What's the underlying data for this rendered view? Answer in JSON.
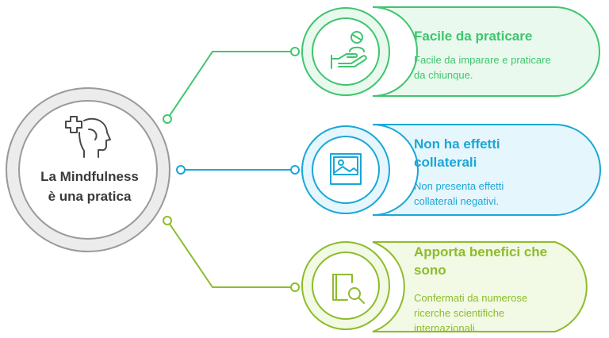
{
  "center": {
    "line1": "La Mindfulness",
    "line2": "è una pratica",
    "icon": "mind-health-icon"
  },
  "cards": [
    {
      "title": "Facile da praticare",
      "desc_lines": [
        "Facile da imparare e praticare",
        "da chiunque."
      ],
      "icon": "hand-care-icon",
      "color": "#3fc56e",
      "fill": "#e9f9ee"
    },
    {
      "title_lines": [
        "Non ha effetti",
        "collaterali"
      ],
      "desc_lines": [
        "Non presenta effetti",
        "collaterali negativi."
      ],
      "icon": "image-icon",
      "color": "#1aa7d6",
      "fill": "#e6f6fd"
    },
    {
      "title_lines": [
        "Apporta benefici che",
        "sono"
      ],
      "desc_lines": [
        "Confermati da numerose",
        "ricerche scientifiche",
        "internazionali."
      ],
      "icon": "book-search-icon",
      "color": "#8dbc2c",
      "fill": "#f2f9e4"
    }
  ]
}
